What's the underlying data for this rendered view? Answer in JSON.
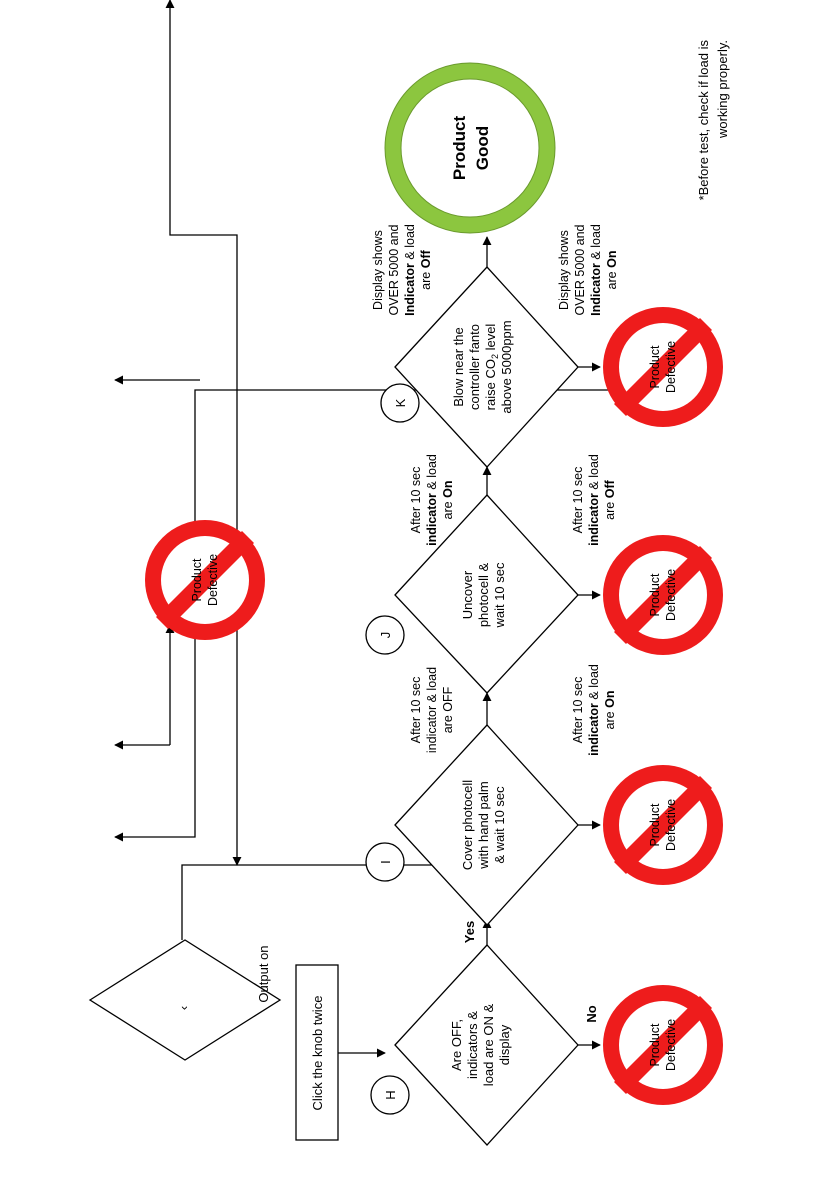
{
  "top": {
    "partial_diamond_label": "‹",
    "output_on": "Output on",
    "defect_label_1": "Product",
    "defect_label_2": "Defective"
  },
  "steps": {
    "click_knob": "Click the knob twice",
    "H": {
      "marker": "H",
      "line1": "Are OFF,",
      "line2": "indicators &",
      "line3": "load are ON &",
      "line4": "display",
      "yes": "Yes",
      "no": "No"
    },
    "I": {
      "marker": "I",
      "line1": "Cover photocell",
      "line2": "with hand palm",
      "line3": "& wait 10 sec",
      "pass_1": "After 10 sec",
      "pass_2": "indicator & load",
      "pass_3": "are OFF",
      "fail_1": "After 10 sec",
      "fail_2_bold": "indicator",
      "fail_2_rest": " & load",
      "fail_3_pre": "are ",
      "fail_3_bold": "On"
    },
    "J": {
      "marker": "J",
      "line1": "Uncover",
      "line2": "photocell &",
      "line3": "wait 10 sec",
      "pass_1": "After 10 sec",
      "pass_2_bold": "indicator",
      "pass_2_rest": " & load",
      "pass_3_pre": "are ",
      "pass_3_bold": "On",
      "fail_1": "After 10 sec",
      "fail_2_bold": "indicator",
      "fail_2_rest": " & load",
      "fail_3_pre": "are ",
      "fail_3_bold": "Off"
    },
    "K": {
      "marker": "K",
      "line1": "Blow near the",
      "line2": "controller fanto",
      "line3_pre": "raise CO",
      "line3_sub": "2",
      "line3_post": " level",
      "line4": "above 5000ppm",
      "pass_1": "Display shows",
      "pass_2": "OVER 5000 and",
      "pass_3_bold": "Indicator",
      "pass_3_rest": " & load",
      "pass_4_pre": "are ",
      "pass_4_bold": "Off",
      "fail_1": "Display shows",
      "fail_2": "OVER 5000 and",
      "fail_3_bold": "Indicator",
      "fail_3_rest": " & load",
      "fail_4_pre": "are ",
      "fail_4_bold": "On"
    }
  },
  "defective": {
    "line1": "Product",
    "line2": "Defective"
  },
  "good": {
    "line1": "Product",
    "line2": "Good"
  },
  "note": {
    "line1": "*Before test, check if load is",
    "line2": "working properly."
  },
  "colors": {
    "defect_red": "#ee1c1c",
    "good_green": "#8cc63f",
    "line": "#000000"
  }
}
